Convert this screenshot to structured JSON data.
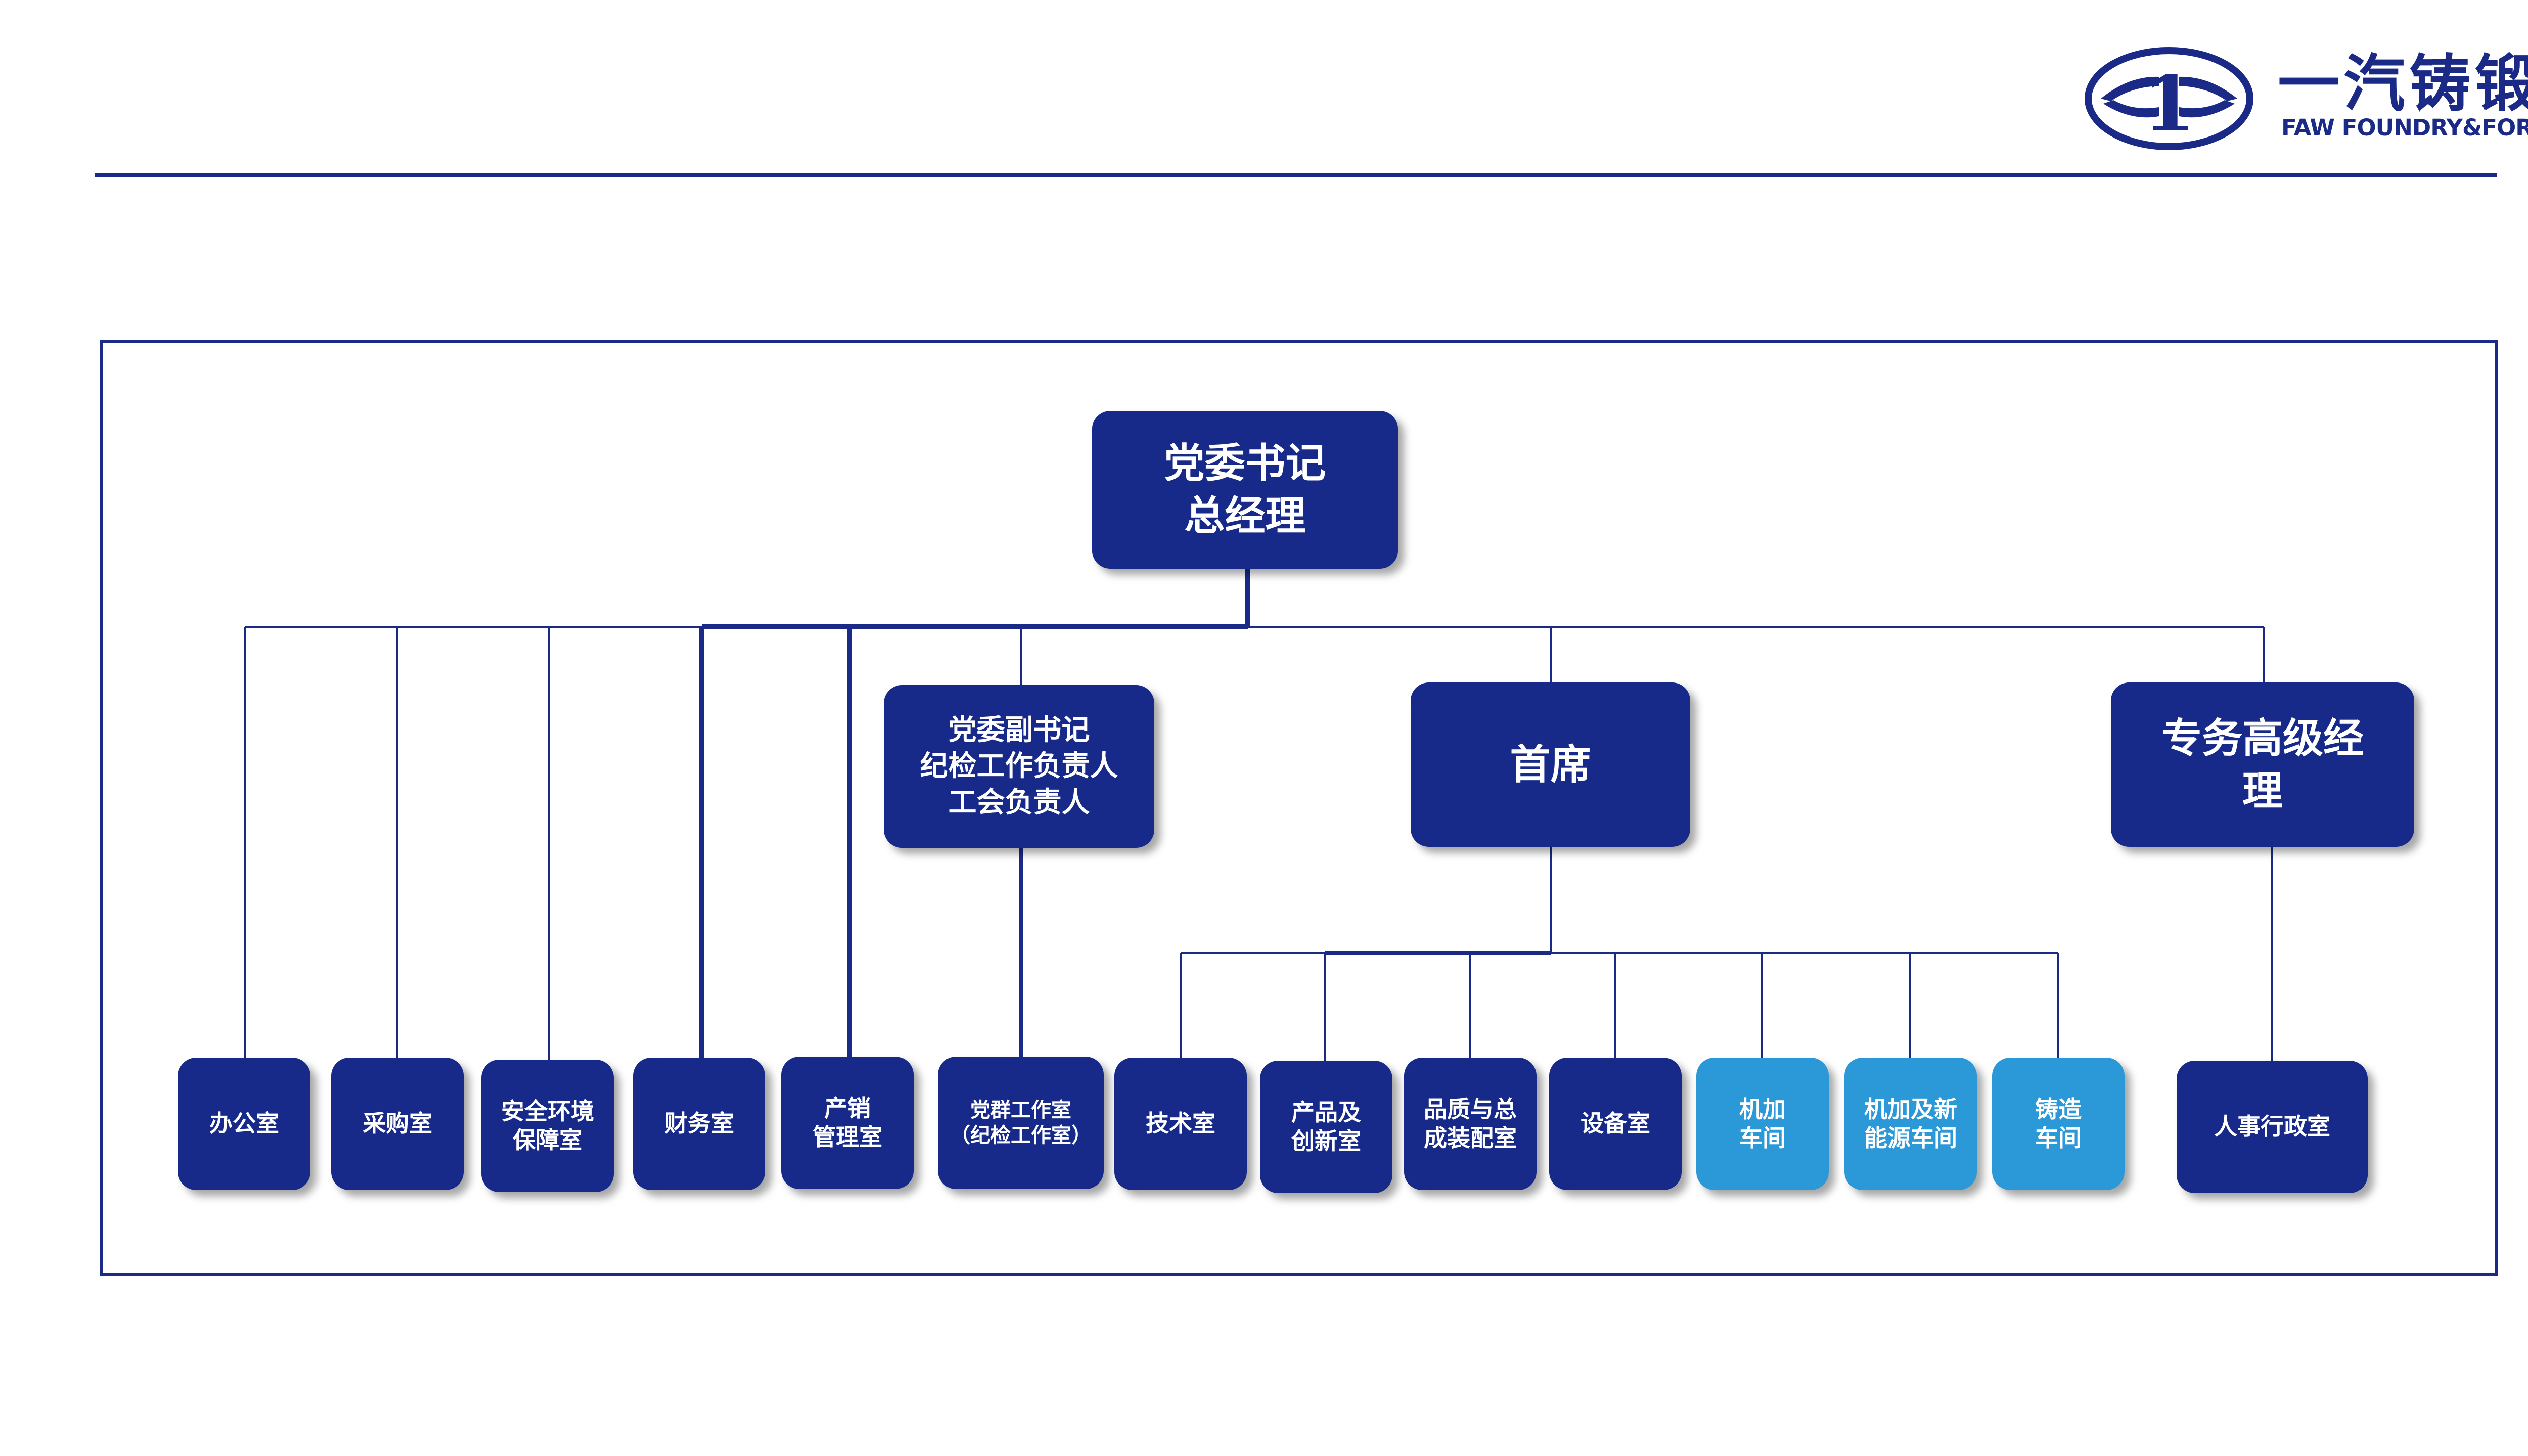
{
  "header": {
    "logo_cn": "一汽铸锻",
    "logo_en": "FAW FOUNDRY&FORGING",
    "emblem_mark": "1",
    "accent_color": "#1a2a86"
  },
  "org": {
    "top": "党委书记\n总经理",
    "deputy_secretary": "党委副书记\n纪检工作负责人\n工会负责人",
    "chief": "首席",
    "senior_manager": "专务高级经\n理",
    "departments": [
      "办公室",
      "采购室",
      "安全环境\n保障室",
      "财务室",
      "产销\n管理室",
      "党群工作室\n（纪检工作室）",
      "技术室",
      "产品及\n创新室",
      "品质与总\n成装配室",
      "设备室",
      "机加\n车间",
      "机加及新\n能源车间",
      "铸造\n车间",
      "人事行政室"
    ],
    "node_color": "#172a89",
    "workshop_color": "#2b98d8"
  }
}
